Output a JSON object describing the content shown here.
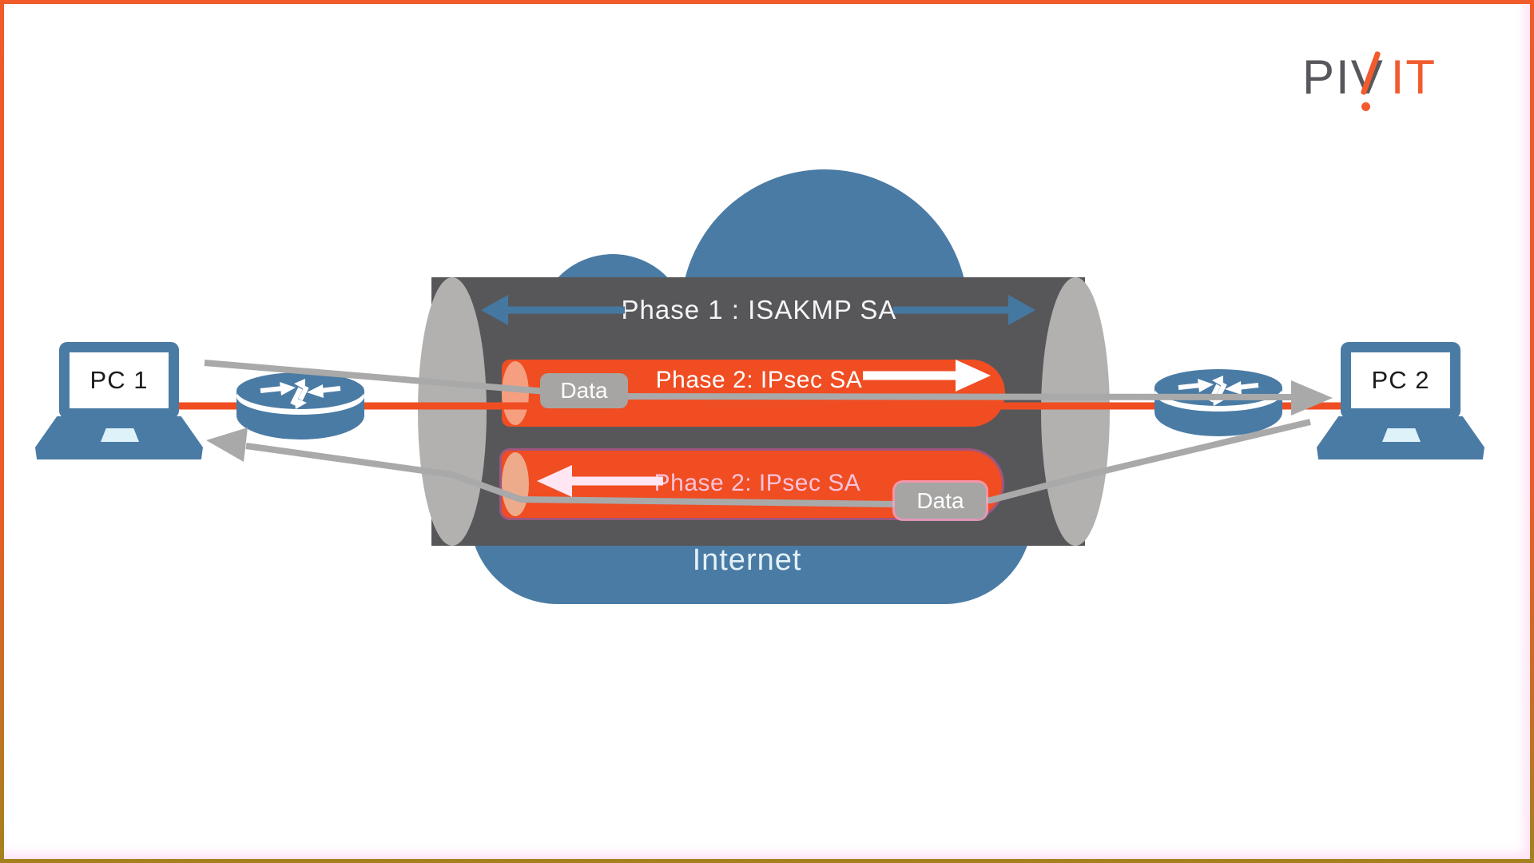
{
  "brand": {
    "logo_gray": "PIV",
    "logo_orange": "IT",
    "orange": "#f15a29",
    "gray": "#57585c"
  },
  "nodes": {
    "pc1_label": "PC 1",
    "pc2_label": "PC 2",
    "internet_label": "Internet"
  },
  "tunnels": {
    "phase1_label": "Phase 1 : ISAKMP SA",
    "phase2_top_label": "Phase 2: IPsec SA",
    "phase2_bottom_label": "Phase 2: IPsec SA",
    "data_top_label": "Data",
    "data_bottom_label": "Data"
  },
  "icons": {
    "router": "cisco-router-disc",
    "pc": "laptop",
    "internet": "cloud"
  },
  "colors": {
    "tunnel_orange": "#f04d23",
    "steel_blue": "#4a7ba4",
    "dark_tunnel_gray": "#57575a",
    "tunnel_cap_gray": "#b2b1b0",
    "line_gray": "#a9a9a9",
    "data_box_gray": "#a6a5a4",
    "pink_accent": "#f3b8d2",
    "border_top": "#f15a29",
    "border_bottom": "#a5811e"
  }
}
